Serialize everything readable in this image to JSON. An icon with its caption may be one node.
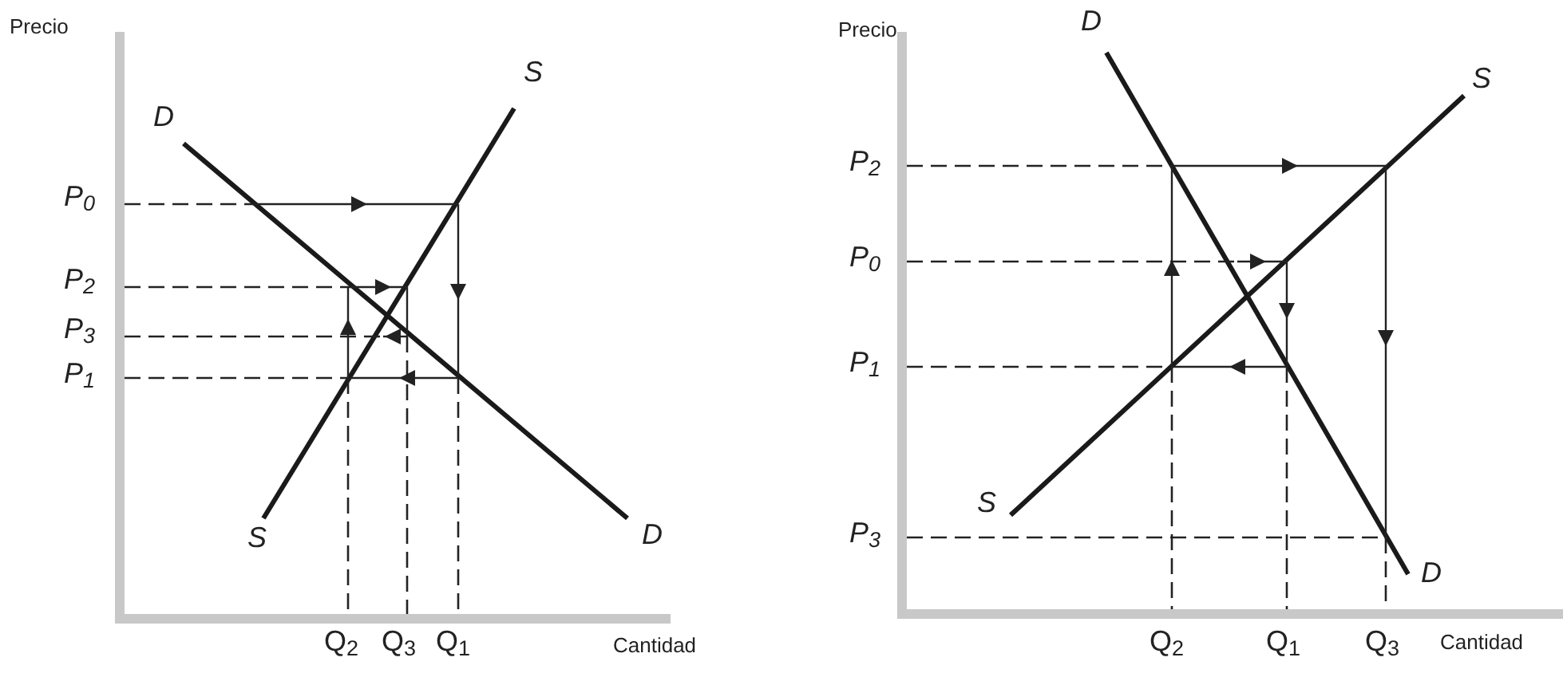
{
  "diagram": {
    "labels": [
      "Precio",
      "D",
      "S",
      "P$_{0}$",
      "P$_{2}$",
      "P$_{3}$",
      "P$_{1}$",
      "S",
      "D",
      "Q$_{2}$",
      "Q$_{3}$",
      "Q$_{1}$",
      "Cantidad",
      "Precio",
      "D",
      "S",
      "P$_{2}$",
      "P$_{0}$",
      "P$_{1}$",
      "S",
      "P$_{3}$",
      "D",
      "Q$_{2}$",
      "Q$_{1}$",
      "Q$_{3}$",
      "Cantidad"
    ]
  }
}
